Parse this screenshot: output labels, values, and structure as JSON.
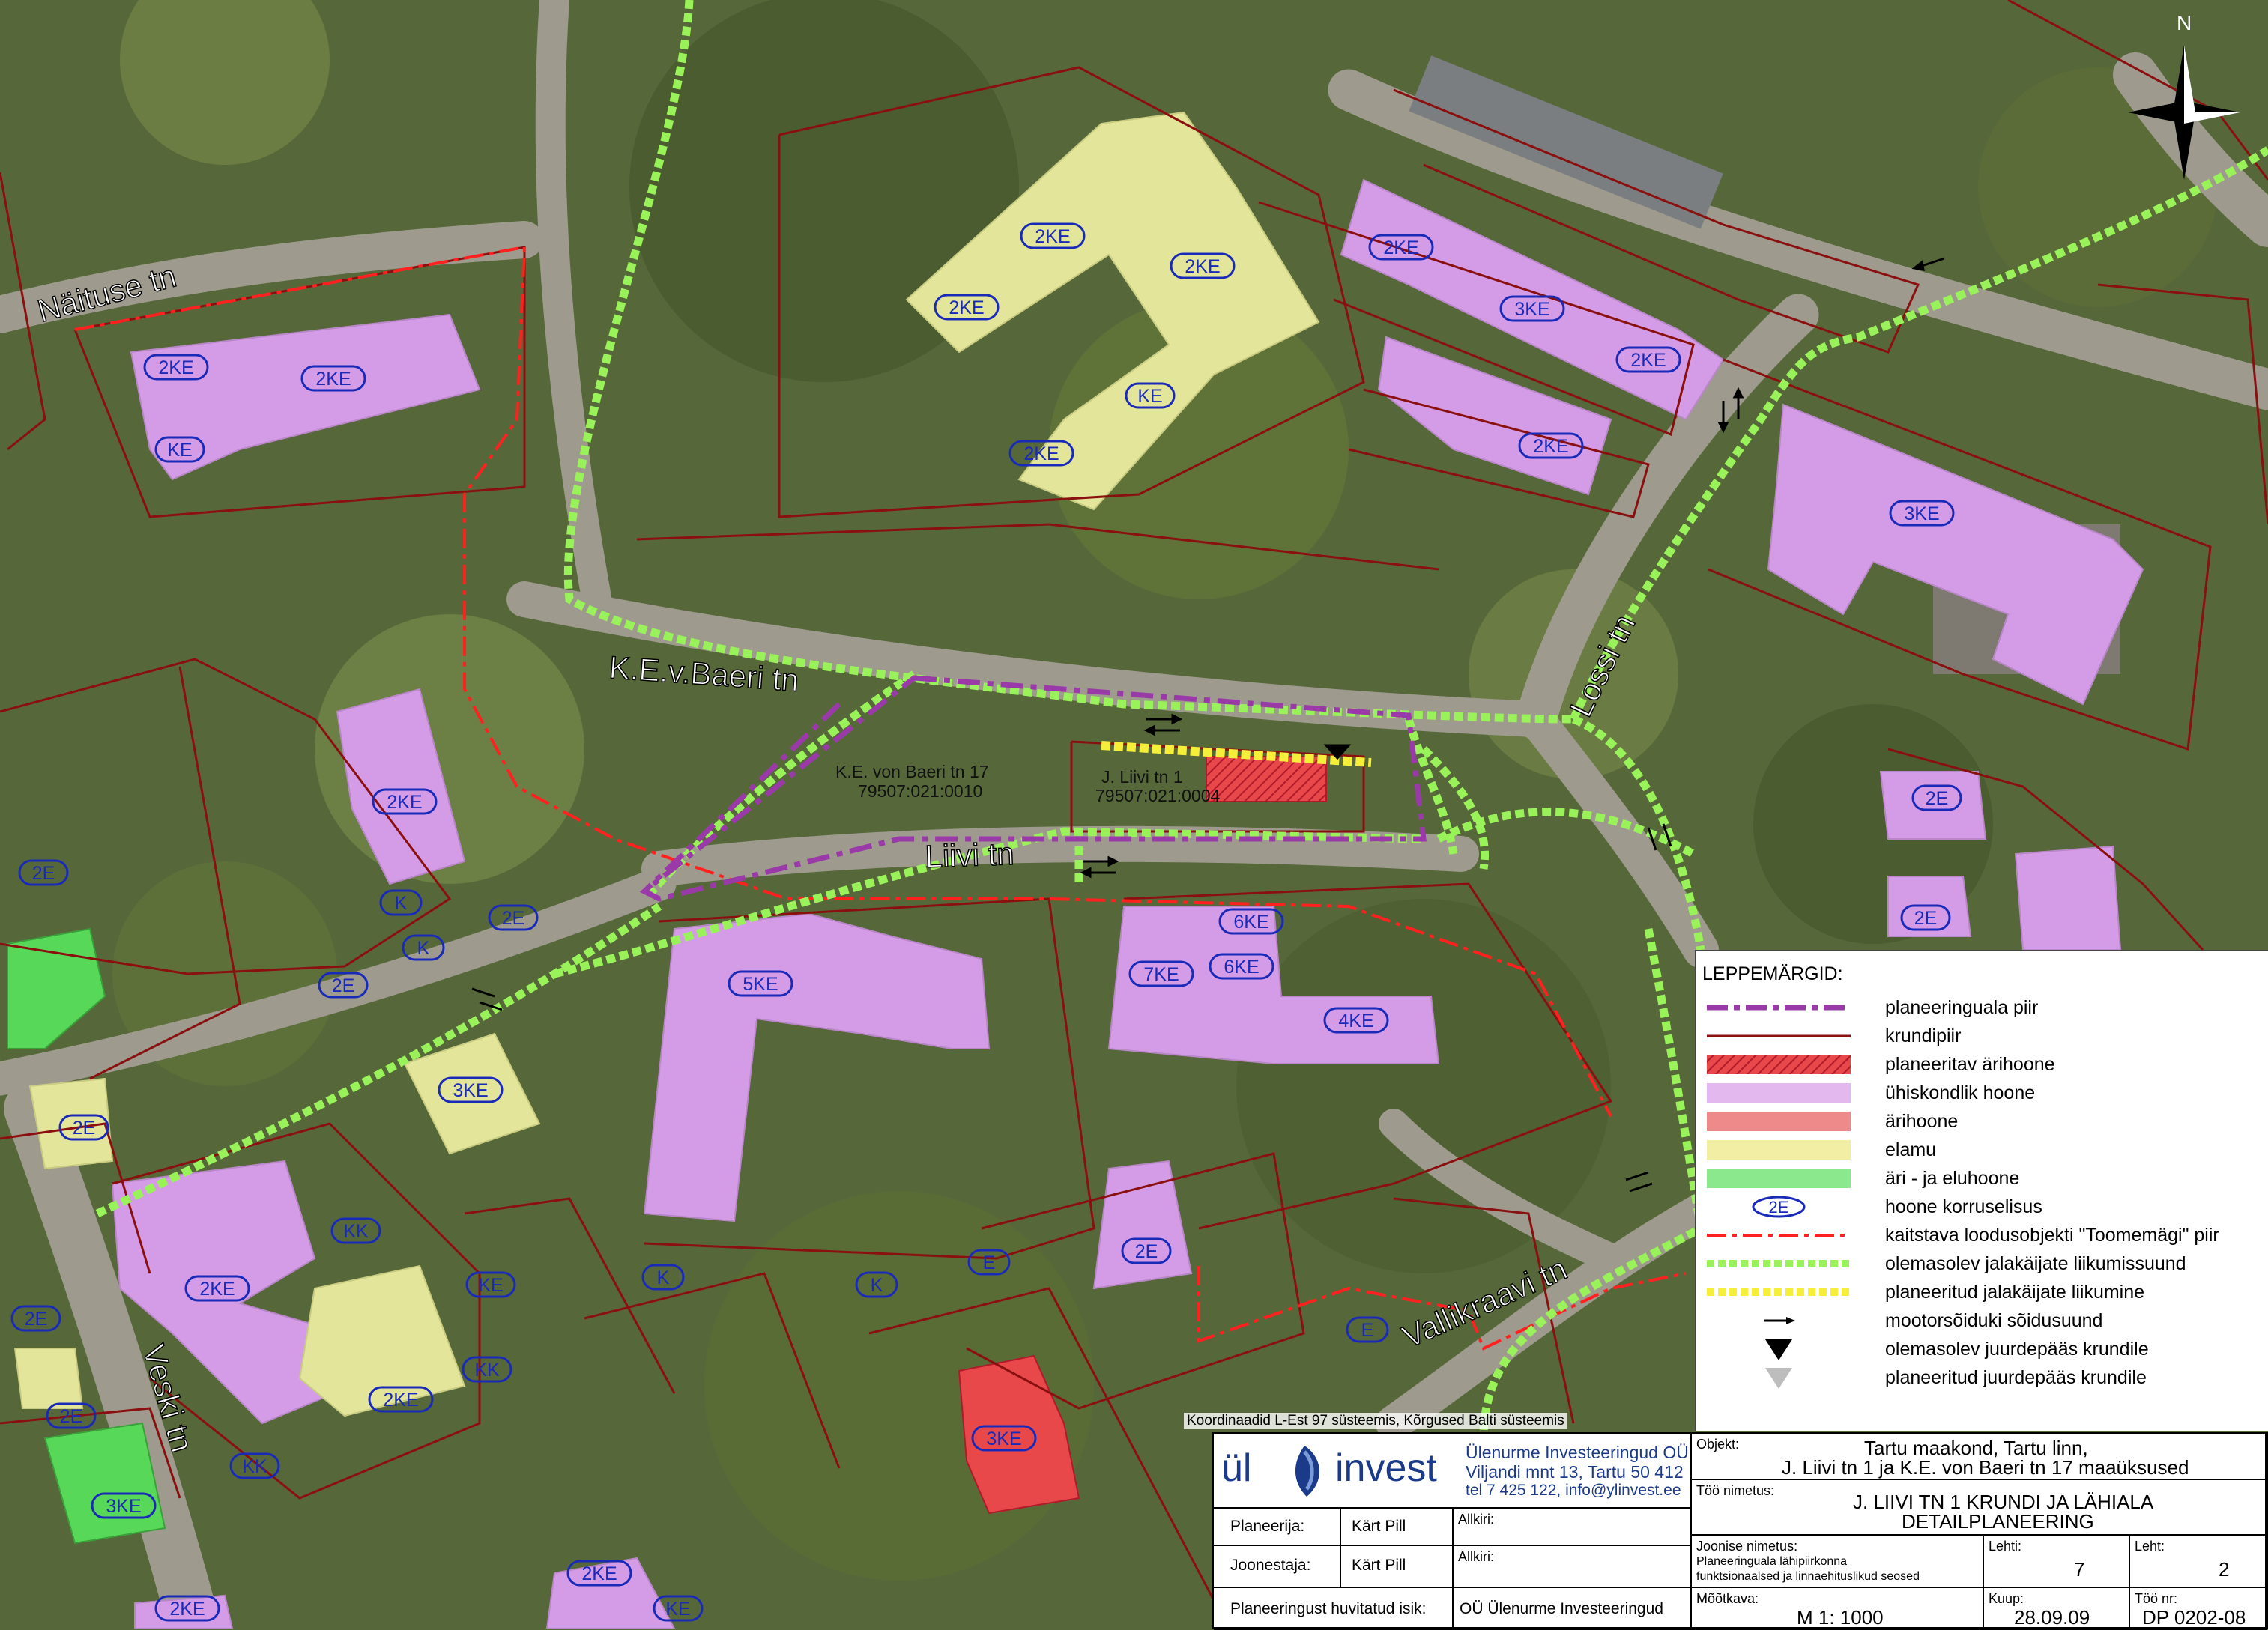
{
  "map": {
    "north_label": "N",
    "colors": {
      "background": "#56683a",
      "purple_public": "#d49ce6",
      "yellow_residential": "#e2e59a",
      "green_mixed": "#58d858",
      "red_commercial": "#e8484a",
      "parcel": "#8a1010",
      "footpath": "#9af25a",
      "planned_path": "#f5ef3a",
      "plan_boundary": "#9a3aa8",
      "protection": "#ff2020"
    },
    "streets": [
      {
        "name": "Näituse tn"
      },
      {
        "name": "K.E.v.Baeri tn"
      },
      {
        "name": "Lossi tn"
      },
      {
        "name": "Liivi tn"
      },
      {
        "name": "Vallikraavi tn"
      },
      {
        "name": "Veski tn"
      }
    ],
    "parcels": [
      {
        "line1": "K.E. von Baeri tn 17",
        "line2": "79507:021:0010"
      },
      {
        "line1": "J. Liivi tn 1",
        "line2": "79507:021:0004"
      }
    ],
    "building_tags": [
      "2KE",
      "2KE",
      "KE",
      "2KE",
      "2KE",
      "2KE",
      "KE",
      "2KE",
      "2KE",
      "3KE",
      "2KE",
      "2KE",
      "3KE",
      "2KE",
      "2E",
      "K",
      "K",
      "2E",
      "2E",
      "2E",
      "2E",
      "2E",
      "5KE",
      "6KE",
      "7KE",
      "6KE",
      "4KE",
      "3KE",
      "2E",
      "KK",
      "2KE",
      "KE",
      "K",
      "K",
      "E",
      "E",
      "2E",
      "2KE",
      "KK",
      "KK",
      "2E",
      "3KE",
      "3KE",
      "2KE",
      "KE",
      "2KE"
    ],
    "coord_note": "Koordinaadid L-Est 97 süsteemis, Kõrgused Balti süsteemis"
  },
  "legend": {
    "title": "LEPPEMÄRGID:",
    "items": [
      {
        "label": "planeeringuala piir"
      },
      {
        "label": "krundipiir"
      },
      {
        "label": "planeeritav ärihoone"
      },
      {
        "label": "ühiskondlik hoone"
      },
      {
        "label": "ärihoone"
      },
      {
        "label": "elamu"
      },
      {
        "label": "äri - ja eluhoone"
      },
      {
        "label": "hoone korruselisus",
        "symbol_text": "2E"
      },
      {
        "label": "kaitstava loodusobjekti \"Toomemägi\" piir"
      },
      {
        "label": "olemasolev jalakäijate liikumissuund"
      },
      {
        "label": "planeeritud jalakäijate liikumine"
      },
      {
        "label": "mootorsõiduki sõidusuund"
      },
      {
        "label": "olemasolev juurdepääs krundile"
      },
      {
        "label": "planeeritud juurdepääs krundile"
      }
    ]
  },
  "title_block": {
    "logo_left": "ül",
    "logo_right": "invest",
    "company_name": "Ülenurme Investeeringud OÜ",
    "company_address": "Viljandi mnt 13, Tartu 50 412",
    "company_contact": "tel 7 425 122, info@ylinvest.ee",
    "object_label": "Objekt:",
    "object_line1": "Tartu maakond, Tartu linn,",
    "object_line2": "J. Liivi tn 1 ja K.E. von Baeri tn 17 maaüksused",
    "work_label": "Töö nimetus:",
    "work_line1": "J. LIIVI TN 1 KRUNDI JA LÄHIALA",
    "work_line2": "DETAILPLANEERING",
    "planner_label": "Planeerija:",
    "planner_name": "Kärt Pill",
    "drafter_label": "Joonestaja:",
    "drafter_name": "Kärt Pill",
    "signature_label": "Allkiri:",
    "interested_label": "Planeeringust huvitatud isik:",
    "interested_name": "OÜ Ülenurme Investeeringud",
    "drawing_label": "Joonise nimetus:",
    "drawing_line1": "Planeeringuala lähipiirkonna",
    "drawing_line2": "funktsionaalsed ja linnaehituslikud seosed",
    "sheet_label": "Lehti:",
    "sheet_value": "7",
    "page_label": "Leht:",
    "page_value": "2",
    "scale_label": "Mõõtkava:",
    "scale_value": "M 1: 1000",
    "date_label": "Kuup:",
    "date_value": "28.09.09",
    "jobno_label": "Töö nr:",
    "jobno_value": "DP 0202-08"
  }
}
